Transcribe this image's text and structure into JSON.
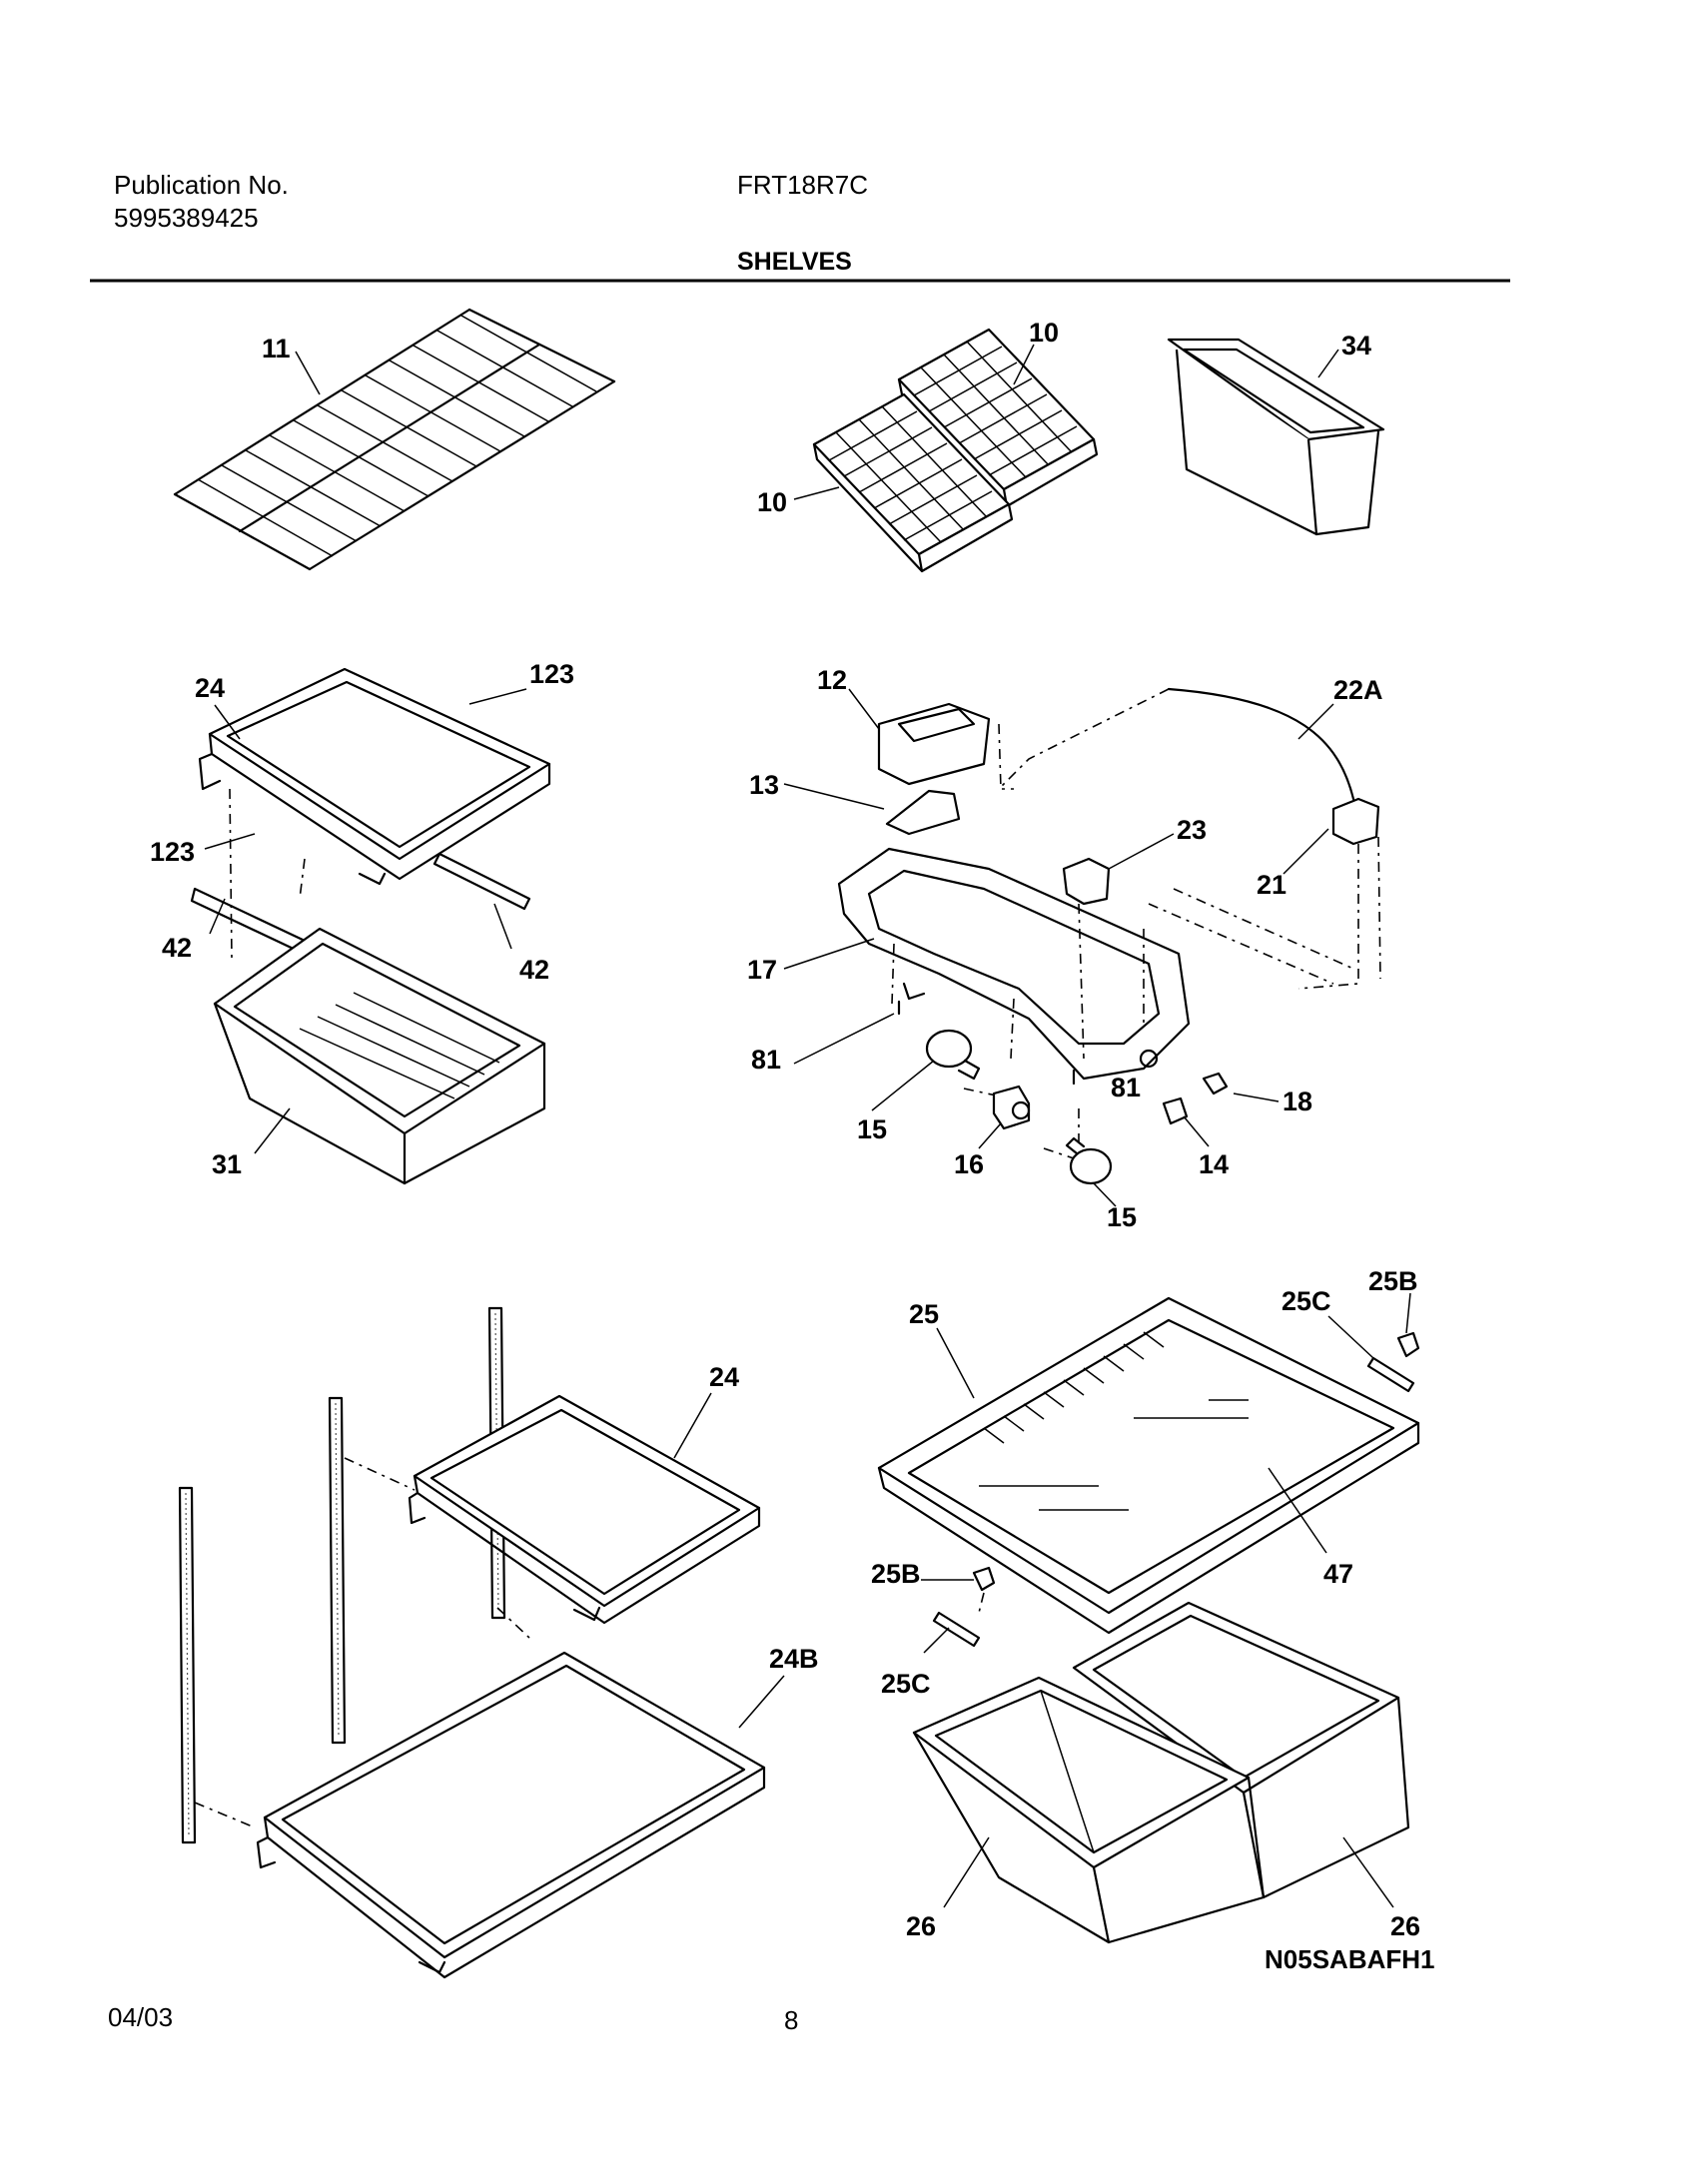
{
  "header": {
    "publication_label": "Publication No.",
    "publication_number": "5995389425",
    "model": "FRT18R7C",
    "section_title": "SHELVES"
  },
  "footer": {
    "date": "04/03",
    "page_number": "8",
    "diagram_code": "N05SABAFH1"
  },
  "callouts": {
    "c11": "11",
    "c10a": "10",
    "c10b": "10",
    "c34": "34",
    "c24a": "24",
    "c123a": "123",
    "c123b": "123",
    "c42a": "42",
    "c42b": "42",
    "c31": "31",
    "c12": "12",
    "c22A": "22A",
    "c13": "13",
    "c23": "23",
    "c21": "21",
    "c17": "17",
    "c81a": "81",
    "c81b": "81",
    "c18": "18",
    "c15a": "15",
    "c15b": "15",
    "c16": "16",
    "c14": "14",
    "c24b": "24",
    "c24B": "24B",
    "c25": "25",
    "c25Ba": "25B",
    "c25Ca": "25C",
    "c25Bb": "25B",
    "c25Cb": "25C",
    "c47": "47",
    "c26a": "26",
    "c26b": "26"
  }
}
